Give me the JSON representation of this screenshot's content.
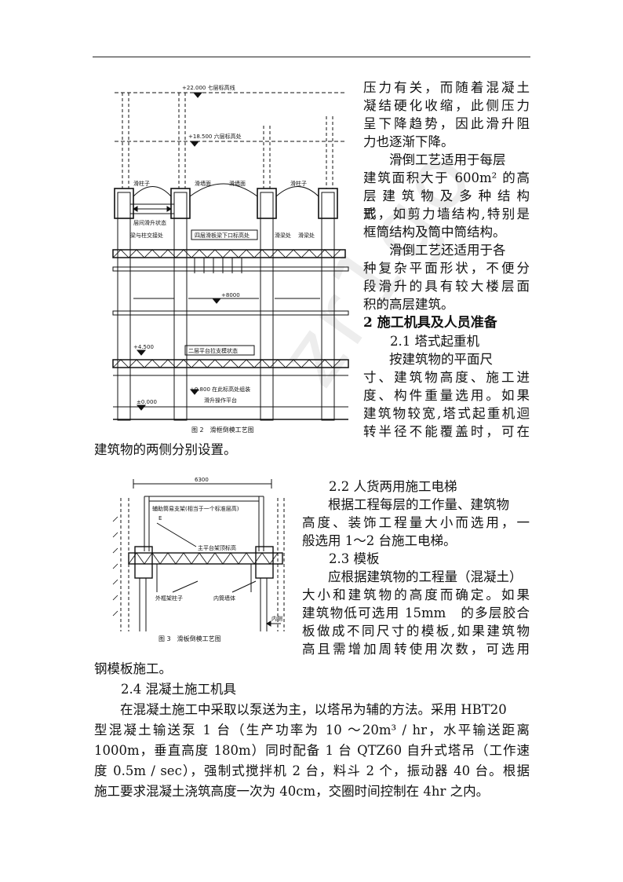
{
  "figure2": {
    "caption": "图 2　滑框倒模工艺图",
    "labels": {
      "elev_22000": "+22.000 七层标高线",
      "elev_18500": "+18.500 六层标高处",
      "slide_column": "滑柱子",
      "slide_wall": "滑墙面",
      "slide_wall2": "滑墙面",
      "slide_column2": "滑柱子",
      "status": "层间滑升状态",
      "beam_col_joint": "梁与柱交接处",
      "fourth_floor": "四层滑板梁下口标高处",
      "beam_place": "滑梁处",
      "beam_place2": "滑梁处",
      "elev_8000": "+8000",
      "elev_4500": "+4.500",
      "second_floor": "二层平台拉支模状态",
      "elev_0800": "+0.800 在此标高处组装",
      "platform": "滑升操作平台",
      "elev_0000": "±0.000"
    }
  },
  "figure3": {
    "caption": "图 3　滑板倒模工艺图",
    "labels": {
      "top_dim": "6300",
      "aux_support": "辅助筒易支架(相当于一个标准层高)",
      "e_mark": "E",
      "main_platform": "主平台架顶标高",
      "outer_column": "外框架柱子",
      "inner_wall": "内筒墙体",
      "inner_side": "内侧"
    }
  },
  "text": {
    "right_col_1": [
      "压力有关，而随着混凝土",
      "凝结硬化收缩，此侧压力",
      "呈下降趋势，因此滑升阻",
      "力也逐渐下降。",
      "　　滑倒工艺适用于每层",
      "建筑面积大于 600m² 的高",
      "层 建 筑 物 及 多 种 结 构 形",
      "式，如剪力墙结构,特别是",
      "框筒结构及筒中筒结构。",
      "　　滑倒工艺还适用于各",
      "种复杂平面形状，不便分",
      "段滑升的具有较大楼层面",
      "积的高层建筑。"
    ],
    "section2_heading": "2 施工机具及人员准备",
    "sub_2_1": "2.1 塔式起重机",
    "para_2_1": [
      "　　按建筑物的平面尺",
      "寸、建筑物高度、施工进",
      "度、构件重量选用。如果",
      "建筑物较宽,塔式起重机迴",
      "转半径不能覆盖时，可在"
    ],
    "para_2_1_end": "建筑物的两侧分别设置。",
    "sub_2_2": "2.2 人货两用施工电梯",
    "para_2_2": [
      "　　根据工程每层的工作量、建筑物",
      "高度、装饰工程量大小而选用，一",
      "般选用 1～2 台施工电梯。"
    ],
    "sub_2_3": "2.3 模板",
    "para_2_3": [
      "　　应根据建筑物的工程量（混凝土）",
      "大小和建筑物的高度而确定。如果",
      "建筑物低可选用 15mm　的多层胶合",
      "板做成不同尺寸的模板,如果建筑物",
      "高且需增加周转使用次数，可选用"
    ],
    "para_2_3_end": "钢模板施工。",
    "sub_2_4": "2.4 混凝土施工机具",
    "para_2_4": [
      "　　在混凝土施工中采取以泵送为主，以塔吊为辅的方法。采用 HBT20",
      "型混凝土输送泵 1 台（生产功率为 10 ～20m³ / hr，水平输送距离",
      "1000m，垂直高度 180m）同时配备 1 台 QTZ60 自升式塔吊（工作速",
      "度 0.5m / sec），强制式搅拌机 2 台，料斗 2 个，振动器 40 台。根据",
      "施工要求混凝土浇筑高度一次为 40cm，交圈时间控制在 4hr 之内。"
    ]
  },
  "watermark": "zr1go"
}
